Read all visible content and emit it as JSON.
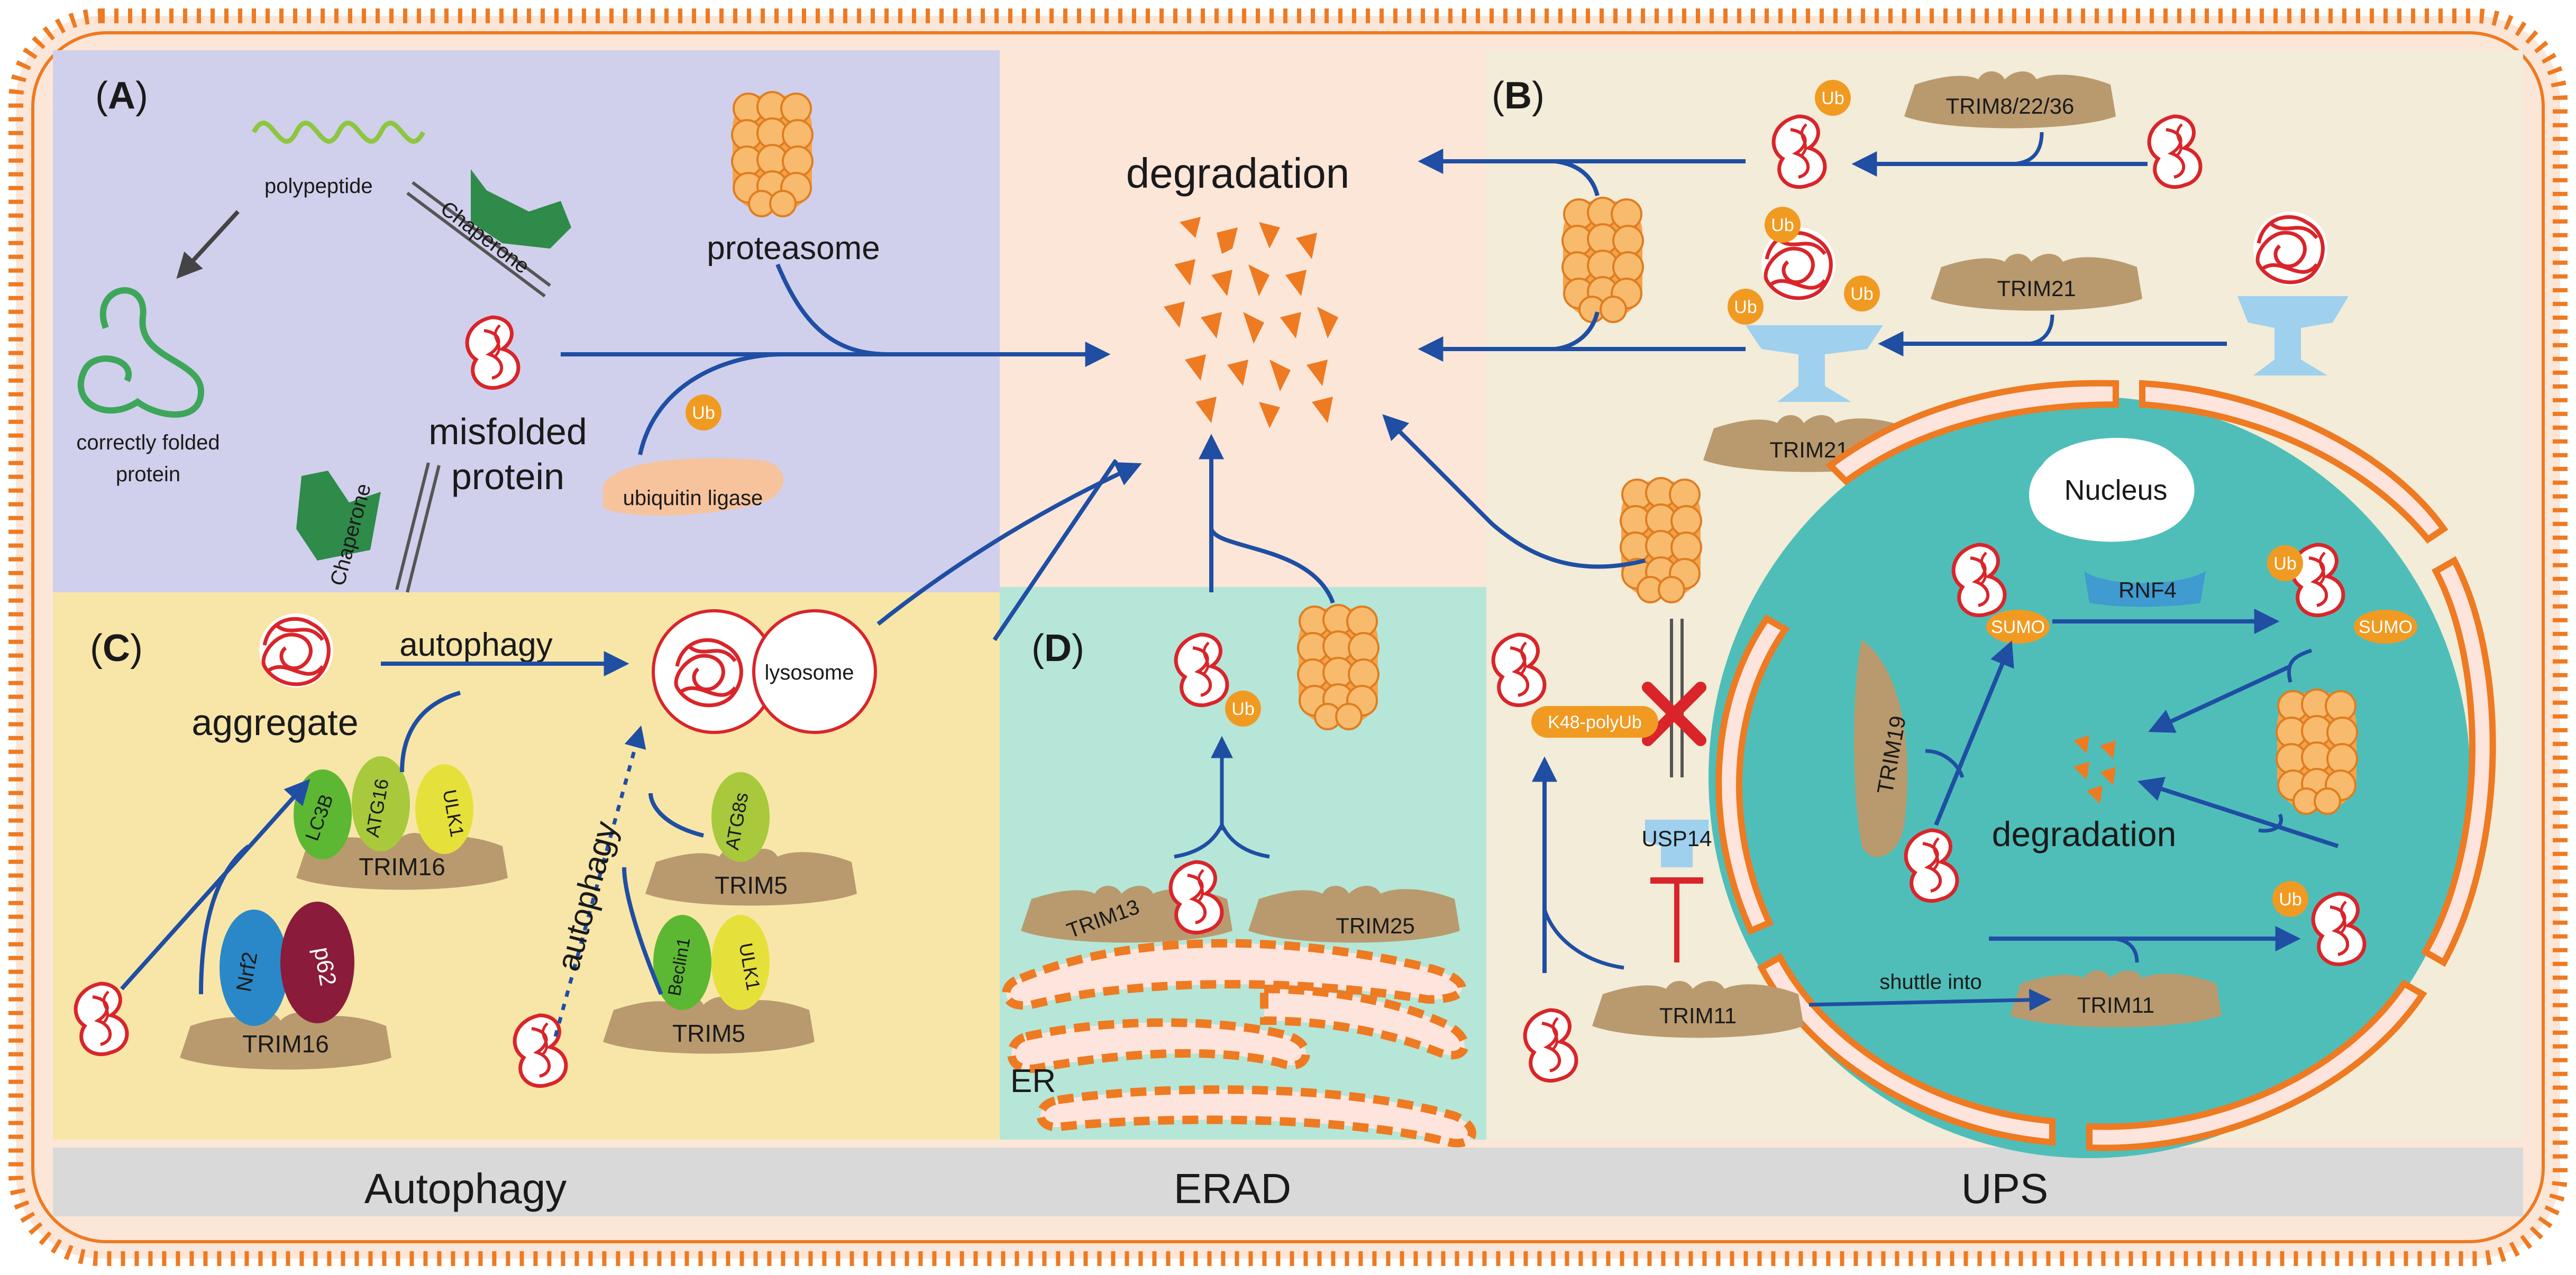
{
  "panels": {
    "a": "A",
    "b": "B",
    "c": "C",
    "d": "D"
  },
  "labels": {
    "polypeptide": "polypeptide",
    "chaperone": "Chaperone",
    "correctly_folded_1": "correctly folded",
    "correctly_folded_2": "protein",
    "misfolded_1": "misfolded",
    "misfolded_2": "protein",
    "proteasome": "proteasome",
    "ubiquitin_ligase": "ubiquitin ligase",
    "ub": "Ub",
    "degradation": "degradation",
    "aggregate": "aggregate",
    "autophagy": "autophagy",
    "lysosome": "lysosome",
    "lc3b": "LC3B",
    "atg16": "ATG16",
    "ulk1": "ULK1",
    "atg8s": "ATG8s",
    "beclin1": "Beclin1",
    "nrf2": "Nrf2",
    "p62": "p62",
    "trim16": "TRIM16",
    "trim5": "TRIM5",
    "trim13": "TRIM13",
    "trim25": "TRIM25",
    "er": "ER",
    "trim8_22_36": "TRIM8/22/36",
    "trim21": "TRIM21",
    "nucleus": "Nucleus",
    "rnf4": "RNF4",
    "sumo": "SUMO",
    "trim19": "TRIM19",
    "k48": "K48-polyUb",
    "usp14": "USP14",
    "trim11": "TRIM11",
    "shuttle_into": "shuttle into"
  },
  "footer": {
    "autophagy": "Autophagy",
    "erad": "ERAD",
    "ups": "UPS"
  },
  "colors": {
    "membrane": "#ee7a22",
    "arrow": "#1f4ea3",
    "panel_a": "#d0d0ec",
    "panel_b": "#f2ecd8",
    "panel_c": "#f8e6a8",
    "panel_d": "#b5e6d8",
    "center": "#fbe6d8",
    "nucleus_cell": "#4fbeb8",
    "ligase": "#b99a6e",
    "misfold": "#d9252a",
    "ub": "#f19a22",
    "chaperone": "#2e8b4a",
    "footer": "#d9d9d9"
  }
}
